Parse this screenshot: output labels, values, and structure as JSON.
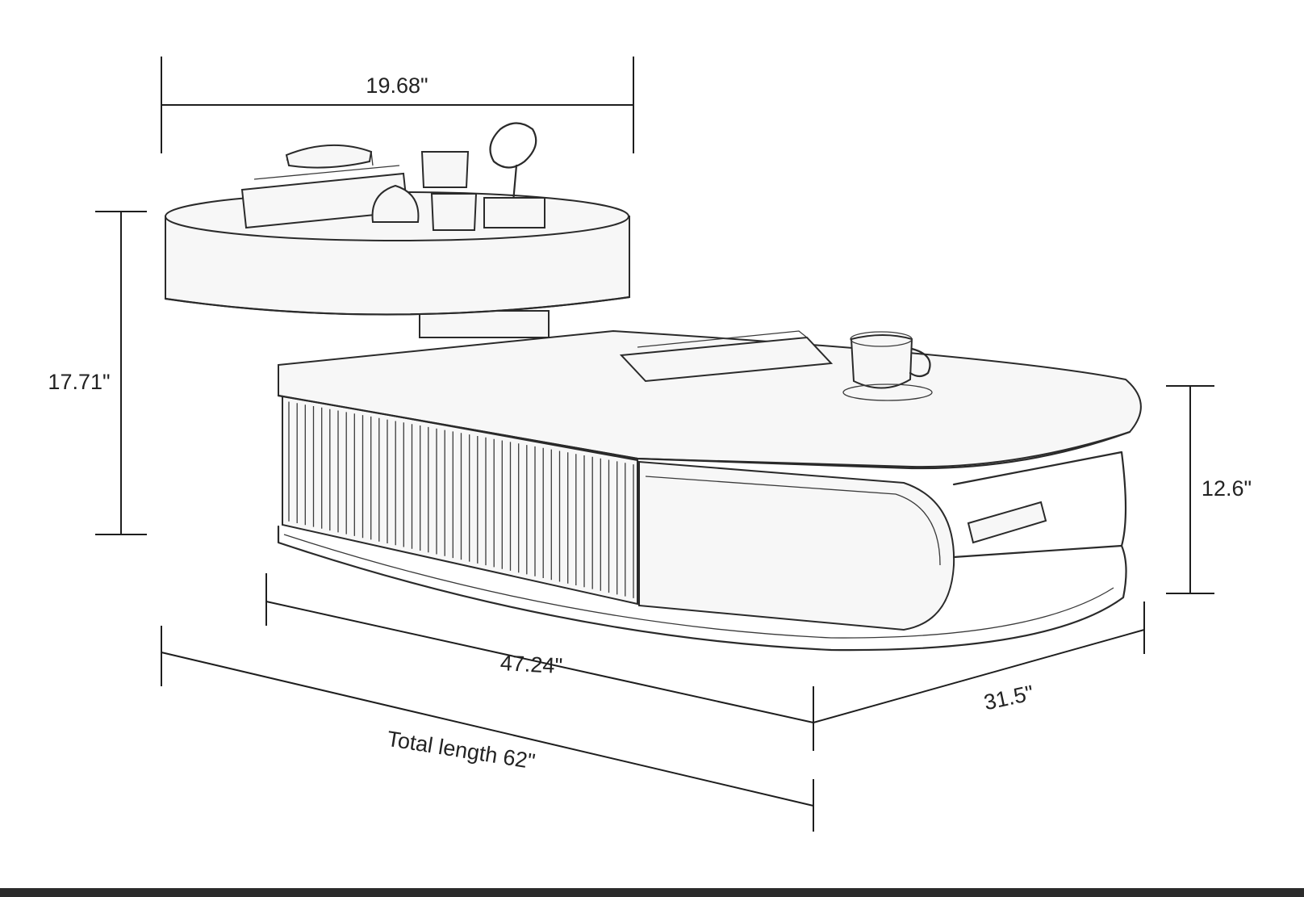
{
  "dimensions": {
    "top_width": "19.68\"",
    "height_total": "17.71\"",
    "height_base": "12.6\"",
    "body_length": "47.24\"",
    "depth": "31.5\"",
    "total_length": "Total length 62\""
  },
  "colors": {
    "line": "#1e1e1e",
    "background": "#ffffff",
    "footer_bar": "#2b2b2b"
  }
}
